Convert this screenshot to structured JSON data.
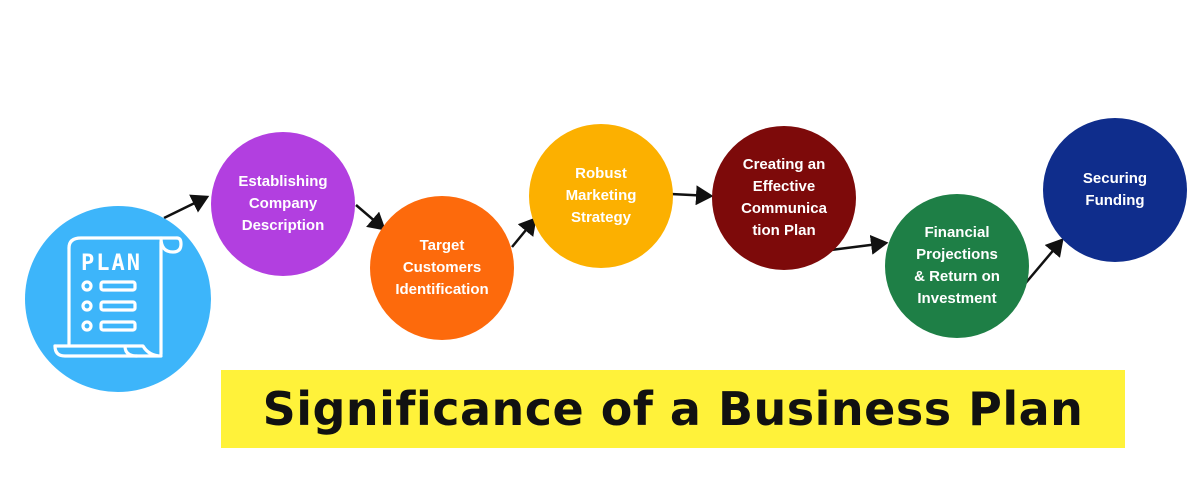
{
  "icon": {
    "name": "plan-document-icon",
    "text": "PLAN"
  },
  "steps": [
    {
      "label": "Establishing\nCompany\nDescription",
      "color": "#b23fe0"
    },
    {
      "label": "Target\nCustomers\nIdentification",
      "color": "#fd6a0c"
    },
    {
      "label": "Robust\nMarketing\nStrategy",
      "color": "#fcb000"
    },
    {
      "label": "Creating an\nEffective\nCommunica\ntion Plan",
      "color": "#7d0a0a"
    },
    {
      "label": "Financial\nProjections\n& Return on\nInvestment",
      "color": "#1e7f46"
    },
    {
      "label": "Securing\nFunding",
      "color": "#0f2d8c"
    }
  ],
  "title": "Significance of a Business Plan",
  "colors": {
    "plan_circle": "#3db5fa",
    "title_band": "#fff23a",
    "arrow": "#111111",
    "icon_stroke": "#ffffff"
  }
}
